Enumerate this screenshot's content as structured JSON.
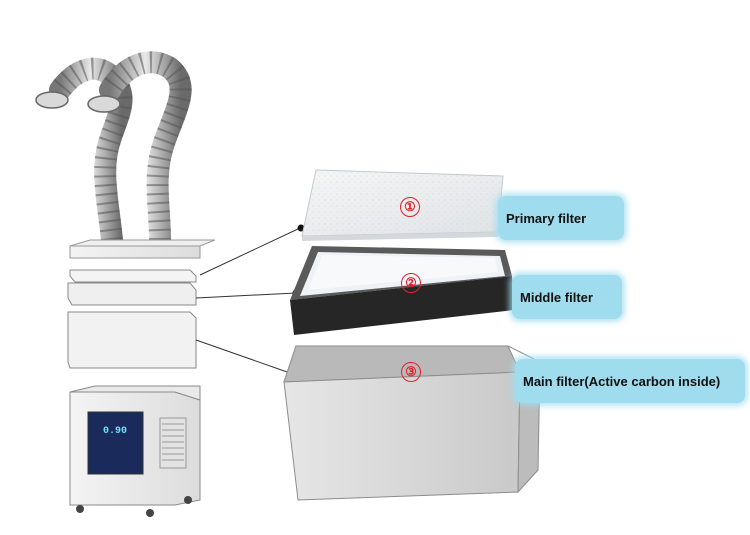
{
  "filters": [
    {
      "number": "①",
      "label": "Primary filter"
    },
    {
      "number": "②",
      "label": "Middle filter"
    },
    {
      "number": "③",
      "label": "Main filter(Active carbon inside)"
    }
  ],
  "device_display": "0.90",
  "colors": {
    "label_background": "#9fdcee",
    "number_circle": "#e0202a",
    "carbon_frame": "#2b2b2b"
  }
}
